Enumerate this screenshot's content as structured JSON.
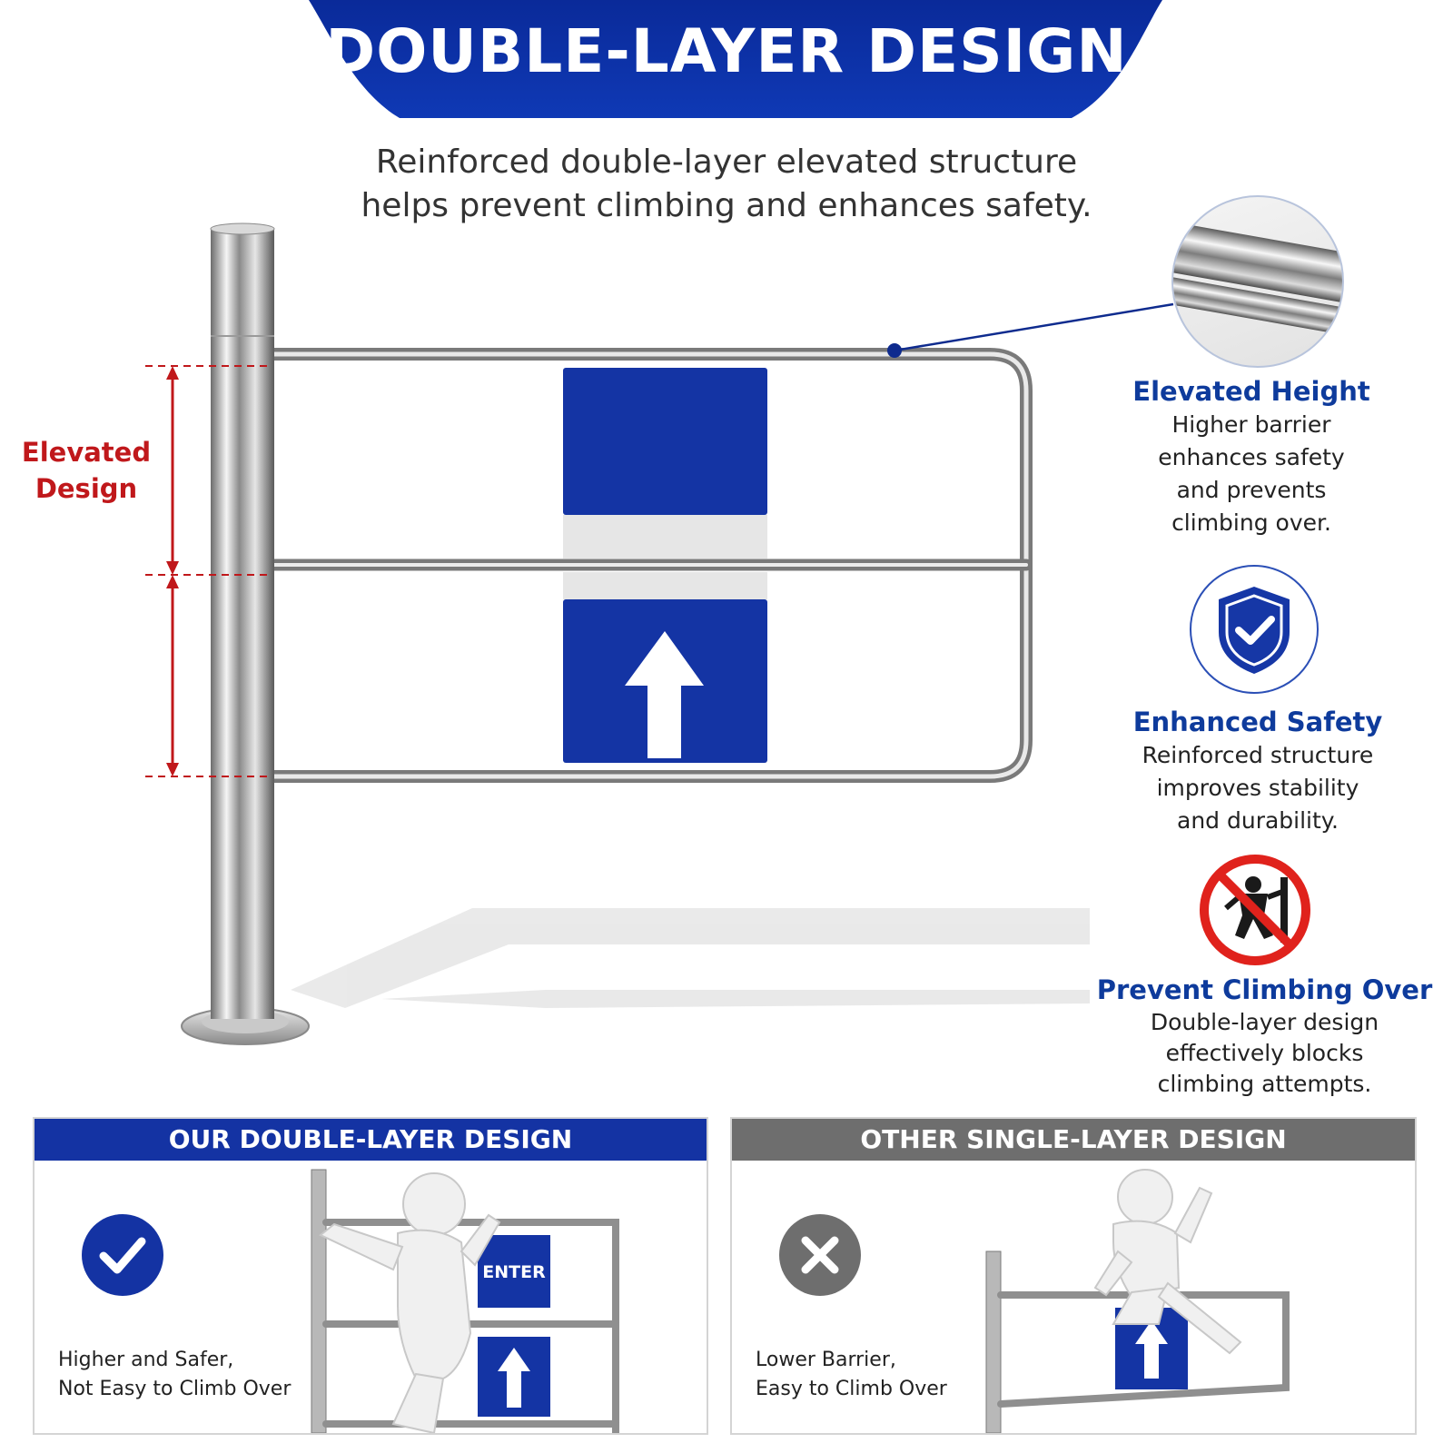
{
  "banner": {
    "title": "DOUBLE-LAYER DESIGN",
    "color": "#0d2fa0"
  },
  "subtitle": {
    "line1": "Reinforced double-layer elevated structure",
    "line2": "helps prevent climbing and enhances safety."
  },
  "gate": {
    "elevated_label_line1": "Elevated",
    "elevated_label_line2": "Design",
    "sign_color": "#1434a4",
    "dimension_color": "#c0181b"
  },
  "features": [
    {
      "icon": "tube-closeup-icon",
      "title": "Elevated Height",
      "lines": [
        "Higher barrier",
        "enhances safety",
        "and prevents",
        "climbing over."
      ]
    },
    {
      "icon": "shield-check-icon",
      "title": "Enhanced Safety",
      "lines": [
        "Reinforced structure",
        "improves stability",
        "and durability."
      ]
    },
    {
      "icon": "no-climbing-icon",
      "title": "Prevent Climbing Over",
      "lines": [
        "Double-layer design",
        "effectively blocks",
        "climbing attempts."
      ]
    }
  ],
  "comparison": {
    "ours": {
      "header": "OUR DOUBLE-LAYER DESIGN",
      "mark": "check-icon",
      "text_line1": "Higher and Safer,",
      "text_line2": "Not Easy to Climb Over",
      "sign_text": "ENTER",
      "accent": "#1433a3"
    },
    "other": {
      "header": "OTHER SINGLE-LAYER DESIGN",
      "mark": "cross-icon",
      "text_line1": "Lower Barrier,",
      "text_line2": "Easy to Climb Over",
      "accent": "#6e6e6e"
    }
  }
}
